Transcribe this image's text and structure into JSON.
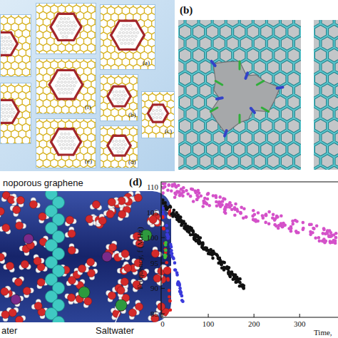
{
  "diagram": {
    "labels": [
      "(b)",
      "(d)",
      "(a)",
      "(b)",
      "(c)",
      "(d)",
      "(e)",
      "(i)",
      "noporous graphene",
      "ater",
      "Saltwater",
      "110",
      "105",
      "100",
      "95",
      "90",
      "85",
      "0",
      "100",
      "200",
      "300",
      "Frequency, f (MHz)",
      "Time,"
    ]
  }
}
